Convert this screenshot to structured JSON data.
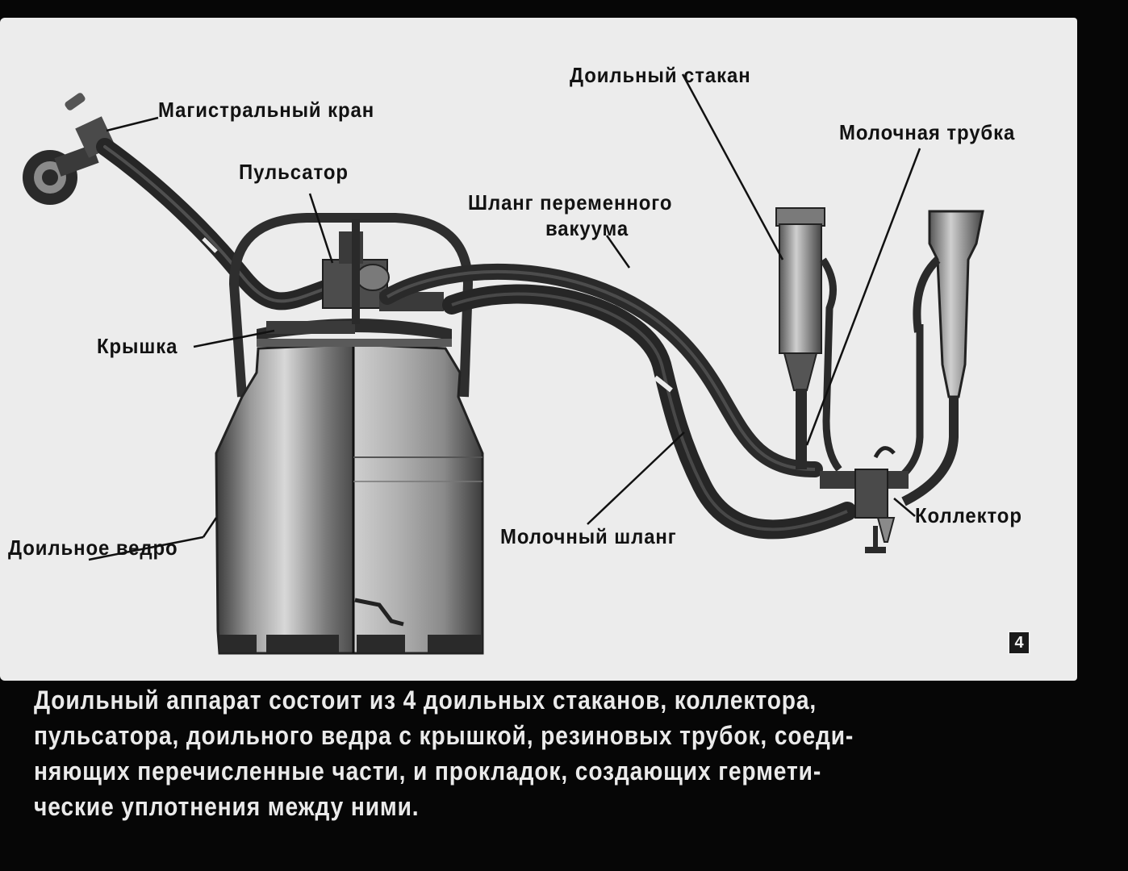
{
  "labels": {
    "main_valve": "Магистральный кран",
    "pulsator": "Пульсатор",
    "lid": "Крышка",
    "bucket": "Доильное ведро",
    "teat_cup": "Доильный стакан",
    "milk_tube": "Молочная трубка",
    "vacuum_hose_line1": "Шланг переменного",
    "vacuum_hose_line2": "вакуума",
    "milk_hose": "Молочный шланг",
    "collector": "Коллектор"
  },
  "page_number": "4",
  "caption": {
    "line1": "Доильный  аппарат  состоит  из  4  доильных  стаканов,  коллектора,",
    "line2": "пульсатора,  доильного  ведра  с  крышкой,  резиновых трубок,  соеди-",
    "line3": "няющих  перечисленные  части,  и  прокладок,  создающих  гермети-",
    "line4": "ческие  уплотнения  между  ними."
  }
}
